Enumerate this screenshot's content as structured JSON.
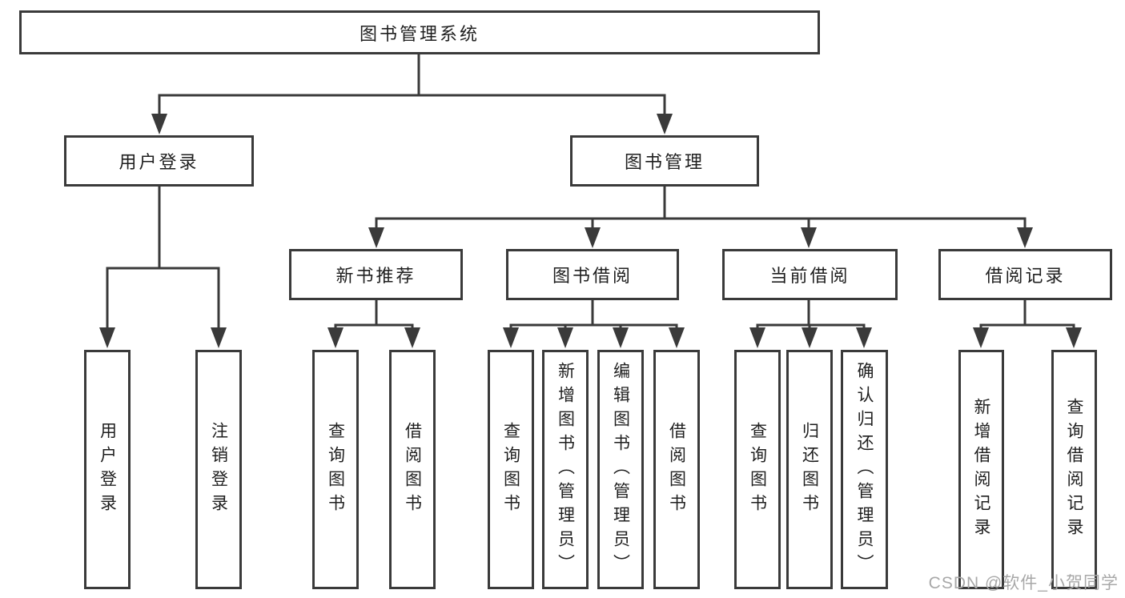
{
  "diagram": {
    "title": "图书管理系统",
    "tree": {
      "root": {
        "label": "图书管理系统"
      },
      "branches": [
        {
          "label": "用户登录",
          "children": [
            {
              "label": "用户登录"
            },
            {
              "label": "注销登录"
            }
          ]
        },
        {
          "label": "图书管理",
          "children": [
            {
              "label": "新书推荐",
              "children": [
                {
                  "label": "查询图书"
                },
                {
                  "label": "借阅图书"
                }
              ]
            },
            {
              "label": "图书借阅",
              "children": [
                {
                  "label": "查询图书"
                },
                {
                  "label": "新增图书（管理员）"
                },
                {
                  "label": "编辑图书（管理员）"
                },
                {
                  "label": "借阅图书"
                }
              ]
            },
            {
              "label": "当前借阅",
              "children": [
                {
                  "label": "查询图书"
                },
                {
                  "label": "归还图书"
                },
                {
                  "label": "确认归还（管理员）"
                }
              ]
            },
            {
              "label": "借阅记录",
              "children": [
                {
                  "label": "新增借阅记录"
                },
                {
                  "label": "查询借阅记录"
                }
              ]
            }
          ]
        }
      ]
    },
    "colors": {
      "line": "#3a3a3a",
      "text": "#1f1f1f",
      "background": "#ffffff",
      "watermark": "#a8a8a8"
    }
  },
  "watermark": {
    "text": "CSDN @软件_小贺同学"
  }
}
